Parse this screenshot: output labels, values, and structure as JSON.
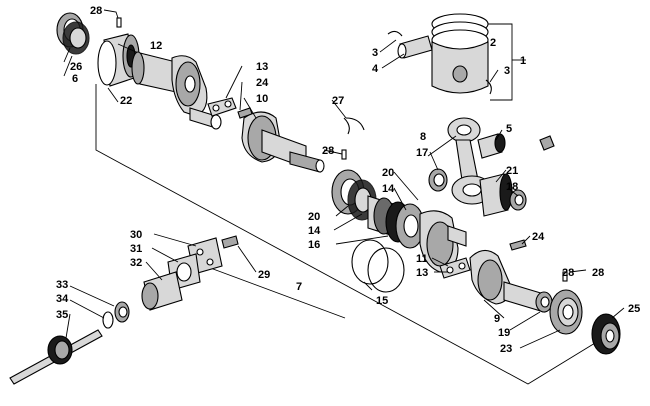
{
  "diagram": {
    "type": "exploded-parts-diagram",
    "callouts": [
      "28",
      "26",
      "6",
      "12",
      "22",
      "13",
      "24",
      "10",
      "27",
      "28",
      "1",
      "2",
      "3",
      "4",
      "3",
      "8",
      "5",
      "17",
      "20",
      "14",
      "28",
      "20",
      "14",
      "16",
      "21",
      "18",
      "24",
      "30",
      "31",
      "32",
      "29",
      "11",
      "13",
      "7",
      "33",
      "34",
      "35",
      "15",
      "28",
      "9",
      "19",
      "23",
      "25"
    ]
  }
}
